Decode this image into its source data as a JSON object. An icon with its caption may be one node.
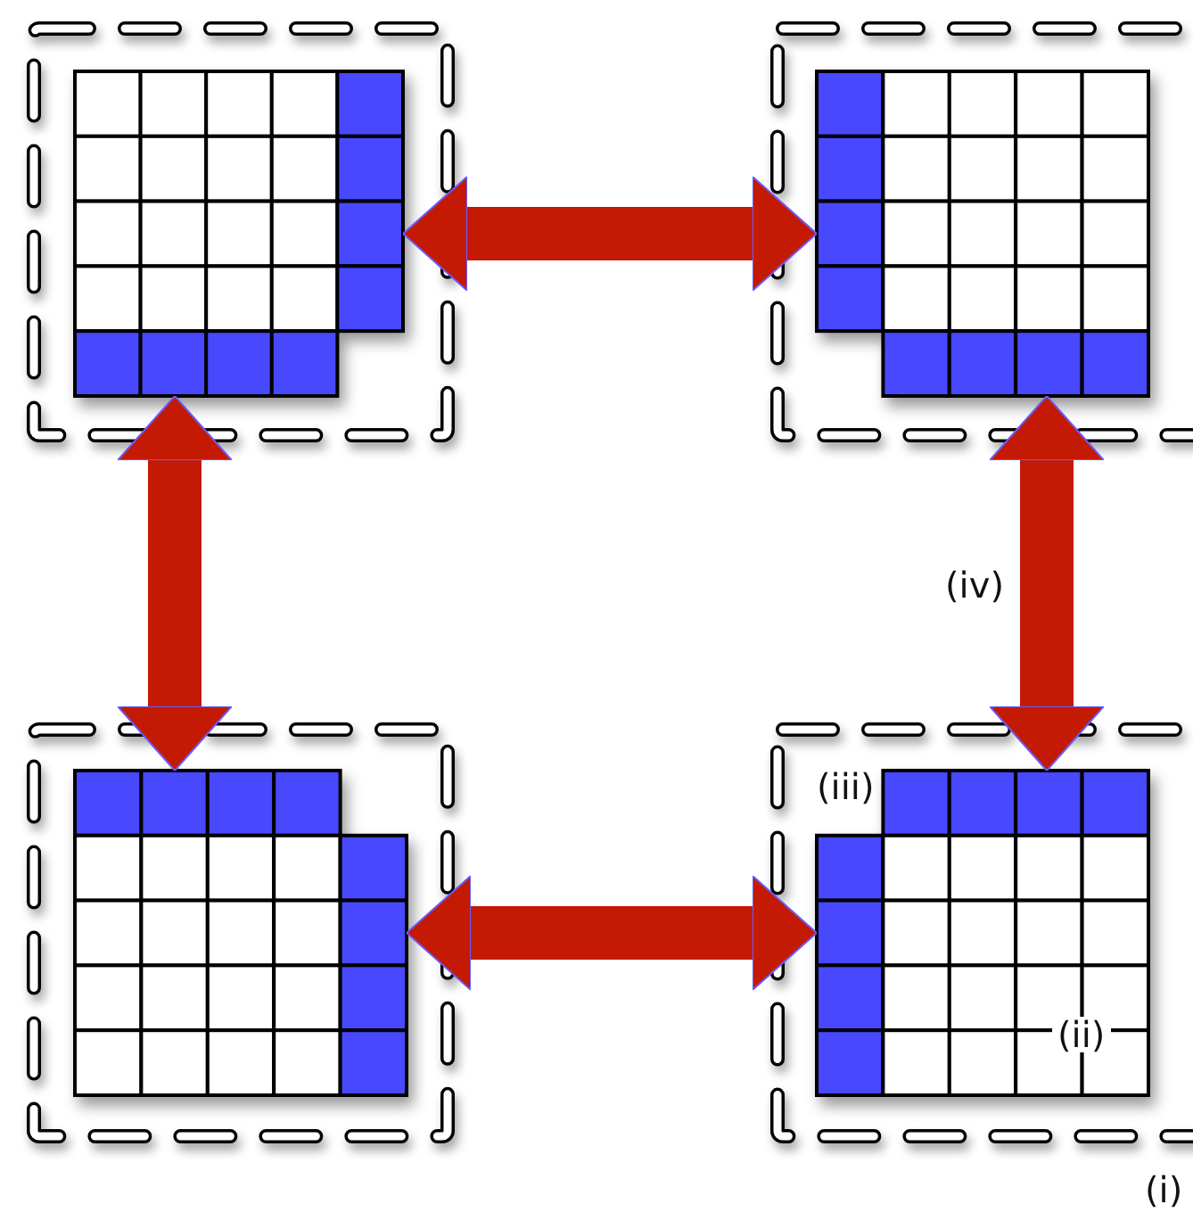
{
  "diagram": {
    "nodes": [
      {
        "text": [],
        "shape": "box"
      },
      {
        "text": [],
        "shape": "grid",
        "in": 0
      },
      {
        "text": [],
        "shape": "box"
      },
      {
        "text": [],
        "shape": "grid",
        "in": 2
      },
      {
        "text": [],
        "shape": "box"
      },
      {
        "text": [],
        "shape": "grid",
        "in": 4
      },
      {
        "text": [],
        "shape": "box"
      },
      {
        "text": [],
        "shape": "grid",
        "in": 6
      }
    ],
    "edges": [
      {
        "from": 1,
        "to": 3,
        "arrow": "both"
      },
      {
        "from": 1,
        "to": 5,
        "arrow": "both"
      },
      {
        "from": 3,
        "to": 7,
        "arrow": "both"
      },
      {
        "from": 5,
        "to": 7,
        "arrow": "both"
      }
    ],
    "labels": [
      "(iv)",
      "(iii)",
      "(ii)",
      "(i)"
    ]
  }
}
